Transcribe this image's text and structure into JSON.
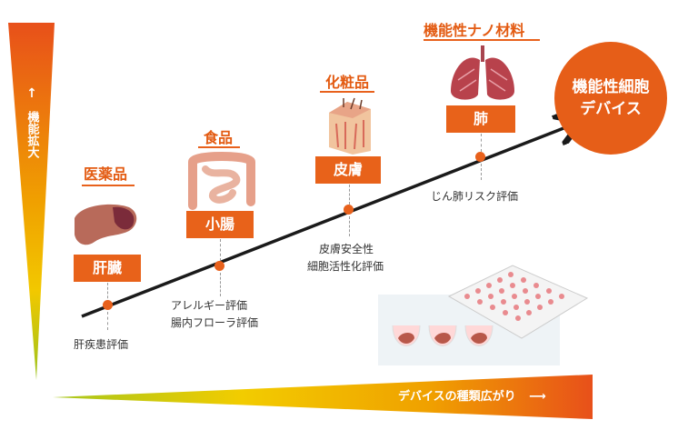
{
  "axis_y": {
    "label": "機能拡大"
  },
  "axis_x": {
    "label": "デバイスの種類広がり"
  },
  "final_node": {
    "line1": "機能性細胞",
    "line2": "デバイス"
  },
  "stages": [
    {
      "category": "医薬品",
      "organ": "肝臓",
      "evaluations": [
        "肝疾患評価"
      ]
    },
    {
      "category": "食品",
      "organ": "小腸",
      "evaluations": [
        "アレルギー評価",
        "腸内フローラ評価"
      ]
    },
    {
      "category": "化粧品",
      "organ": "皮膚",
      "evaluations": [
        "皮膚安全性",
        "細胞活性化評価"
      ]
    },
    {
      "category": "機能性ナノ材料",
      "organ": "肺",
      "evaluations": [
        "じん肺リスク評価"
      ]
    }
  ],
  "colors": {
    "accent": "#e8621a",
    "gradient_start": "#8dc21f",
    "gradient_mid": "#f2c200",
    "gradient_end": "#e8541a"
  }
}
